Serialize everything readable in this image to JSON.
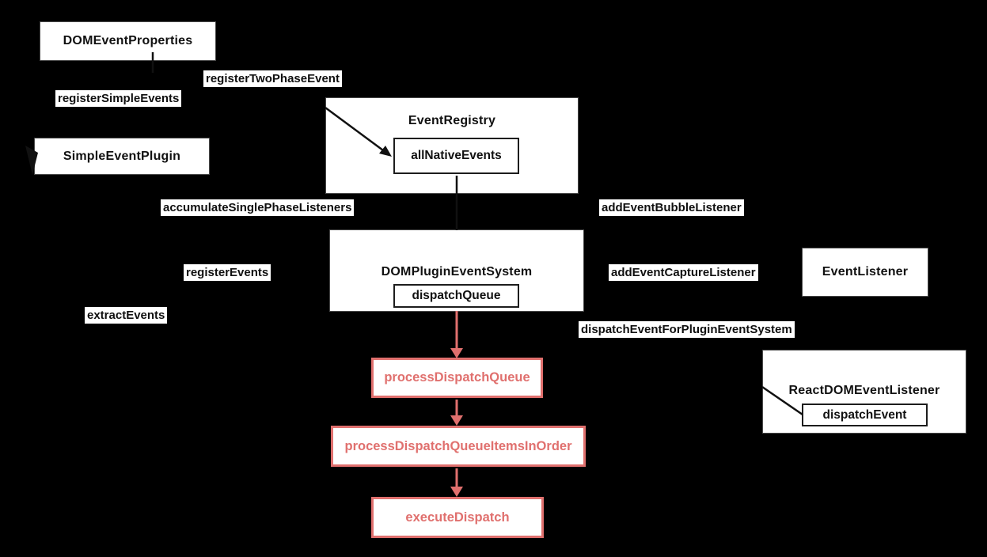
{
  "colors": {
    "background": "#000000",
    "box_fill": "#ffffff",
    "text_dark": "#111111",
    "accent_red": "#e0706e"
  },
  "nodes": {
    "dom_event_properties": {
      "label": "DOMEventProperties"
    },
    "simple_event_plugin": {
      "label": "SimpleEventPlugin"
    },
    "event_registry": {
      "title": "EventRegistry",
      "member": "allNativeEvents"
    },
    "dom_plugin_event_system": {
      "title": "DOMPluginEventSystem",
      "member": "dispatchQueue"
    },
    "event_listener": {
      "label": "EventListener"
    },
    "react_dom_event_listener": {
      "title": "ReactDOMEventListener",
      "member": "dispatchEvent"
    },
    "process_dispatch_queue": {
      "label": "processDispatchQueue"
    },
    "process_dispatch_queue_items_in_order": {
      "label": "processDispatchQueueItemsInOrder"
    },
    "execute_dispatch": {
      "label": "executeDispatch"
    }
  },
  "labels": {
    "register_two_phase_event": "registerTwoPhaseEvent",
    "register_simple_events": "registerSimpleEvents",
    "accumulate_single_phase_listeners": "accumulateSinglePhaseListeners",
    "add_event_bubble_listener": "addEventBubbleListener",
    "register_events": "registerEvents",
    "add_event_capture_listener": "addEventCaptureListener",
    "extract_events": "extractEvents",
    "dispatch_event_for_plugin_event_system": "dispatchEventForPluginEventSystem"
  }
}
